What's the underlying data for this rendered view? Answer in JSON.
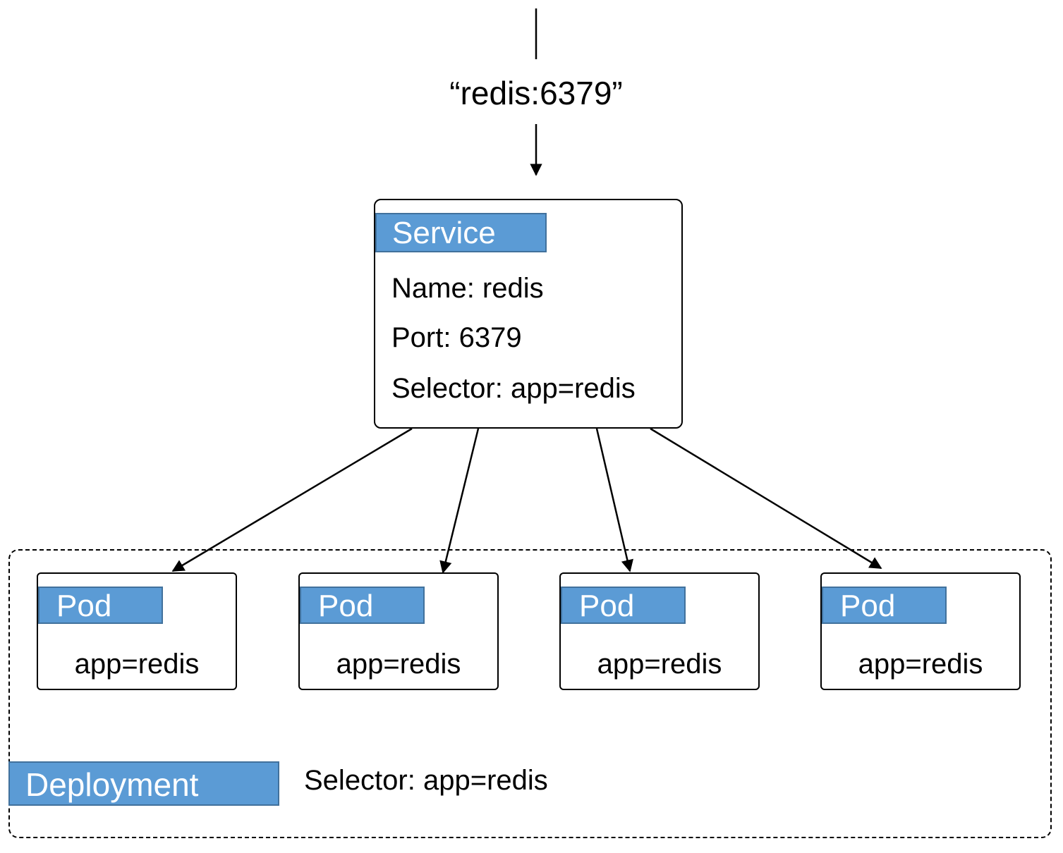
{
  "entry": {
    "label": "“redis:6379”"
  },
  "service": {
    "tag": "Service",
    "name_line": "Name: redis",
    "port_line": "Port: 6379",
    "selector_line": "Selector: app=redis"
  },
  "pods": [
    {
      "tag": "Pod",
      "label": "app=redis"
    },
    {
      "tag": "Pod",
      "label": "app=redis"
    },
    {
      "tag": "Pod",
      "label": "app=redis"
    },
    {
      "tag": "Pod",
      "label": "app=redis"
    }
  ],
  "deployment": {
    "tag": "Deployment",
    "selector_line": "Selector: app=redis"
  },
  "colors": {
    "tag_fill": "#5b9bd5",
    "tag_border": "#41719c",
    "tag_text": "#ffffff",
    "line": "#000000"
  }
}
